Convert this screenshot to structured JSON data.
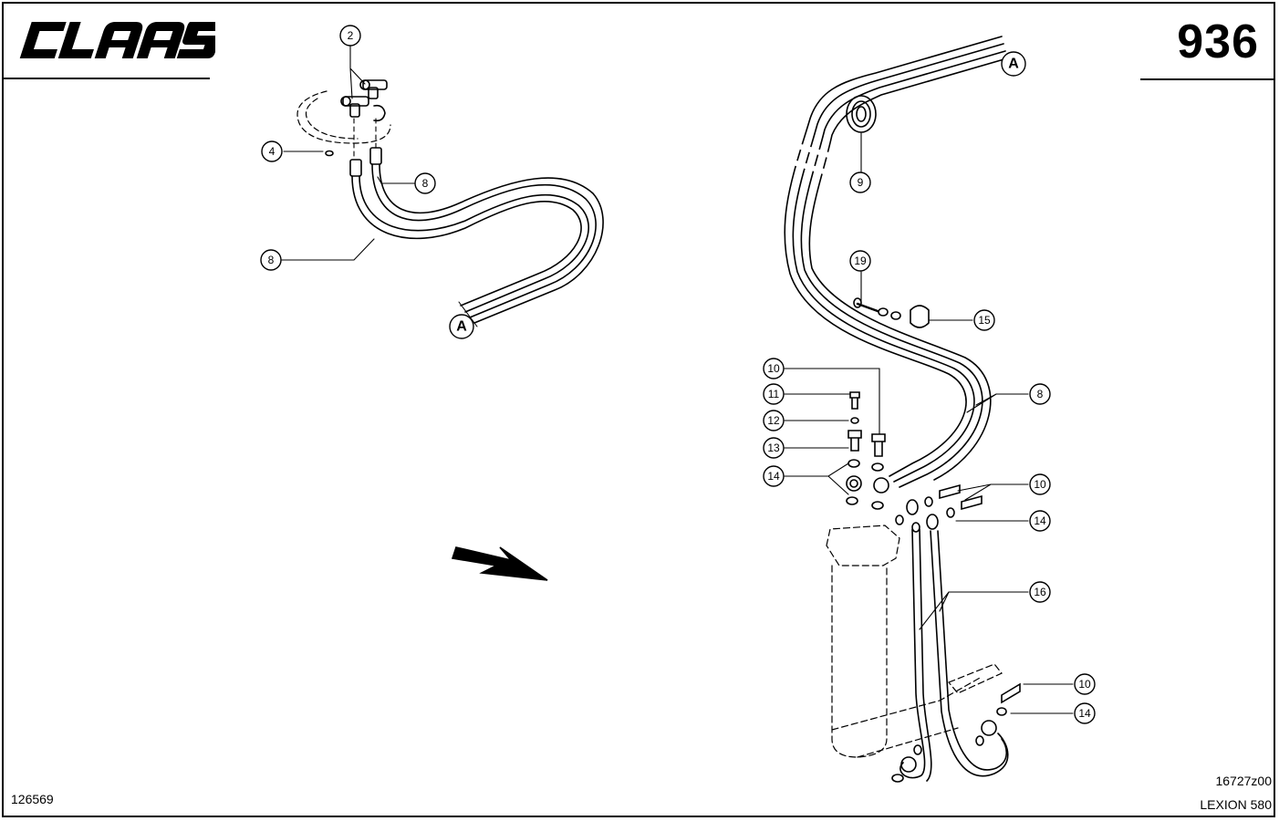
{
  "header": {
    "brand_logo_text": "CLAAS",
    "page_number": "936"
  },
  "footer": {
    "document_number": "126569",
    "drawing_number": "16727z00",
    "model": "LEXION 580"
  },
  "reference_marks": {
    "left": "A",
    "right": "A"
  },
  "callouts": [
    {
      "id": "c2",
      "label": "2"
    },
    {
      "id": "c4",
      "label": "4"
    },
    {
      "id": "c8a",
      "label": "8"
    },
    {
      "id": "c8b",
      "label": "8"
    },
    {
      "id": "c9",
      "label": "9"
    },
    {
      "id": "c19",
      "label": "19"
    },
    {
      "id": "c15",
      "label": "15"
    },
    {
      "id": "c10a",
      "label": "10"
    },
    {
      "id": "c11",
      "label": "11"
    },
    {
      "id": "c12",
      "label": "12"
    },
    {
      "id": "c13",
      "label": "13"
    },
    {
      "id": "c14a",
      "label": "14"
    },
    {
      "id": "c8c",
      "label": "8"
    },
    {
      "id": "c10b",
      "label": "10"
    },
    {
      "id": "c14b",
      "label": "14"
    },
    {
      "id": "c16",
      "label": "16"
    },
    {
      "id": "c10c",
      "label": "10"
    },
    {
      "id": "c14c",
      "label": "14"
    }
  ]
}
